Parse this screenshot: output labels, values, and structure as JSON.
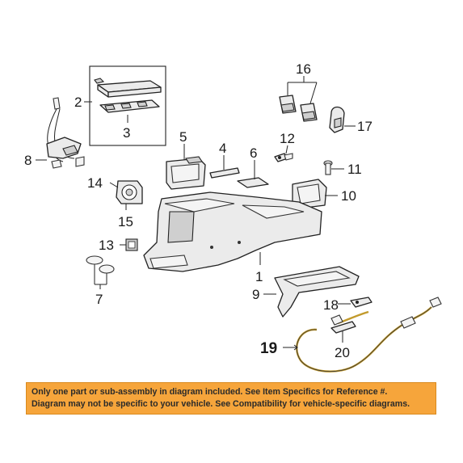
{
  "callouts": {
    "c1": "1",
    "c2": "2",
    "c3": "3",
    "c4": "4",
    "c5": "5",
    "c6": "6",
    "c7": "7",
    "c8": "8",
    "c9": "9",
    "c10": "10",
    "c11": "11",
    "c12": "12",
    "c13": "13",
    "c14": "14",
    "c15": "15",
    "c16": "16",
    "c17": "17",
    "c18": "18",
    "c19": "19",
    "c20": "20"
  },
  "disclaimer": {
    "line1": "Only one part or sub-assembly in diagram included. See Item Specifics for Reference #.",
    "line2": "Diagram may not be specific to your vehicle. See Compatibility for vehicle-specific diagrams."
  },
  "colors": {
    "banner": "#f6a53b",
    "cable": "#c29a2c"
  }
}
